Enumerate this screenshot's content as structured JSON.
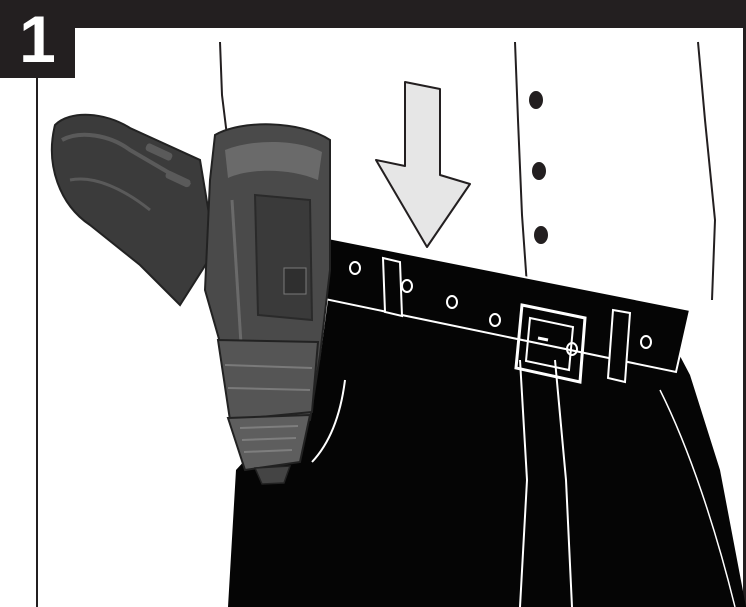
{
  "step": {
    "number": "1"
  },
  "illustration": {
    "subject": "drill-belt-clip",
    "arrow_direction": "down",
    "colors": {
      "ink": "#231f20",
      "paper": "#ffffff",
      "arrow_fill": "#e6e6e6",
      "drill_dark": "#3b3b3b",
      "drill_mid": "#5a5a5a",
      "drill_light": "#7a7a7a"
    }
  }
}
